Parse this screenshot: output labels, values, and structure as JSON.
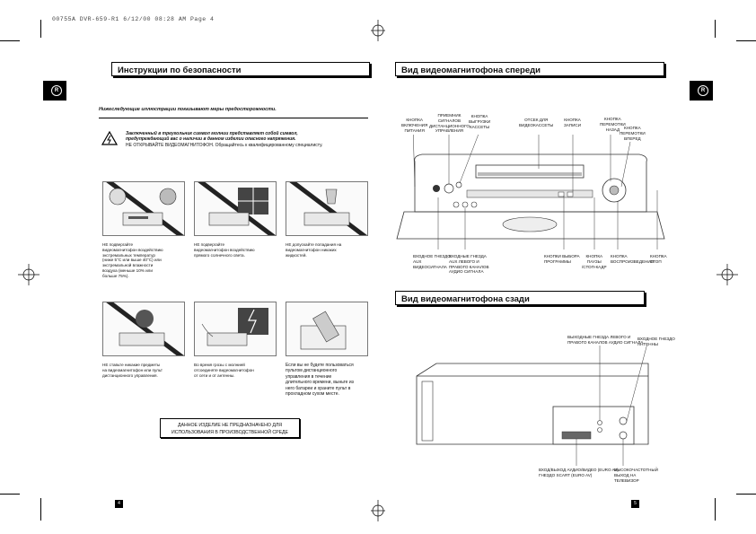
{
  "header": {
    "print_line": "00755A DVR-659-R1   6/12/00 08:28 AM  Page 4"
  },
  "left": {
    "title": "Инструкции по безопасности",
    "tab_letter": "R",
    "intro": "Нижеследующие иллюстрации показывают меры предосторожности.",
    "warning_line1": "Заключенный в треугольник символ молнии представляет собой символ,",
    "warning_line2": "предупреждающий вас о наличии в данном изделии опасного напряжения.",
    "warning_line3": "НЕ ОТКРЫВАЙТЕ ВИДЕОМАГНИТОФОН. Обращайтесь к квалифицированному специалисту.",
    "captions": [
      [
        "НЕ подвергайте",
        "видеомагнитофон воздействию",
        "экстремальных температур",
        "(ниже 5°C или выше 40°C) или",
        "экстремальной влажности",
        "воздуха (меньше 10% или",
        "больше 75%)."
      ],
      [
        "НЕ подвергайте",
        "видеомагнитофон воздействию",
        "прямого солнечного света."
      ],
      [
        "НЕ допускайте попадания на",
        "видеомагнитофон никаких",
        "жидкостей."
      ],
      [
        "НЕ ставьте никакие предметы",
        "на видеомагнитофон или пульт",
        "дистанционного управления."
      ],
      [
        "Во время грозы с молнией",
        "отсоединяте видеомагнитофон",
        "от сети и от антенны."
      ],
      [
        "Если вы не будете пользоваться",
        "пультом дистанционного",
        "управления в течение",
        "длительного времени, выньте из",
        "него батареи и храните пульт в",
        "прохладном сухом месте."
      ]
    ],
    "notice_line1": "ДАННОЕ ИЗДЕЛИЕ НЕ ПРЕДНАЗНАЧЕНО ДЛЯ",
    "notice_line2": "ИСПОЛЬЗОВАНИЯ В ПРОИЗВОДСТВЕННОЙ СРЕДЕ",
    "page_number": "4"
  },
  "right": {
    "front_title": "Вид видеомагнитофона спереди",
    "rear_title": "Вид видеомагнитофона сзади",
    "tab_letter": "R",
    "front_labels_top": [
      [
        "КНОПКА",
        "ВКЛЮЧЕНИЯ",
        "ПИТАНИЯ"
      ],
      [
        "ПРИЕМНИК",
        "СИГНАЛОВ",
        "ДИСТАНЦИОННОГО",
        "УПРАВЛЕНИЯ"
      ],
      [
        "КНОПКА",
        "ВЫГРУЗКИ",
        "КАССЕТЫ"
      ],
      [
        "ОТСЕК ДЛЯ",
        "ВИДЕОКАССЕТЫ"
      ],
      [
        "КНОПКА",
        "ЗАПИСИ"
      ],
      [
        "КНОПКА",
        "ПЕРЕМОТКИ",
        "НАЗАД"
      ],
      [
        "КНОПКА",
        "ПЕРЕМОТКИ",
        "ВПЕРЕД"
      ]
    ],
    "front_labels_bottom": [
      [
        "ВХОДНОЕ ГНЕЗДО",
        "AUX",
        "ВИДЕОСИГНАЛА"
      ],
      [
        "ВХОДНЫЕ ГНЕЗДА",
        "AUX ЛЕВОГО И",
        "ПРАВОГО КАНАЛОВ",
        "АУДИО СИГНАЛА"
      ],
      [
        "КНОПКИ ВЫБОРА",
        "ПРОГРАММЫ"
      ],
      [
        "КНОПКА",
        "ПАУЗЫ",
        "/СТОП-КАДР"
      ],
      [
        "КНОПКА",
        "ВОСПРОИЗВЕДЕНИЯ"
      ],
      [
        "КНОПКА",
        "СТОП"
      ]
    ],
    "rear_labels_top": [
      [
        "ВЫХОДНЫЕ ГНЕЗДА ЛЕВОГО И",
        "ПРАВОГО КАНАЛОВ АУДИО СИГНАЛА"
      ],
      [
        "ВХОДНОЕ ГНЕЗДО",
        "АНТЕННЫ"
      ]
    ],
    "rear_labels_bottom": [
      [
        "ВХОД/ВЫХОД АУДИО/ВИДЕО (EURO AV)",
        "ГНЕЗДО SCART (EURO AV)"
      ],
      [
        "ВЫСОКОЧАСТОТНЫЙ",
        "ВЫХОД НА",
        "ТЕЛЕВИЗОР"
      ]
    ],
    "page_number": "5"
  }
}
